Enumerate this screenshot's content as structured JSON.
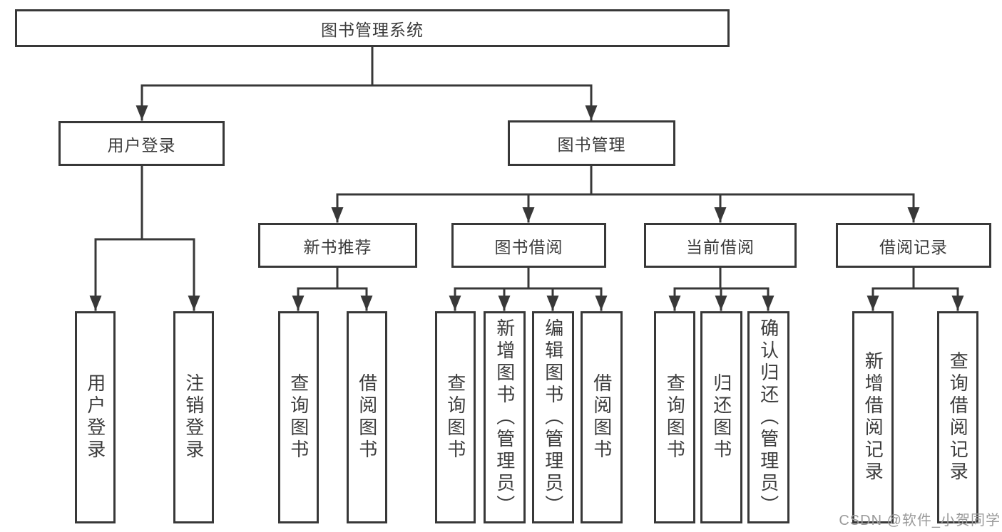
{
  "colors": {
    "line": "#383838",
    "text": "#3c3c3c",
    "watermark": "#9a9a9a",
    "background": "#ffffff"
  },
  "watermark": {
    "text": "CSDN @软件_小贺同学"
  },
  "diagram": {
    "root": {
      "label": "图书管理系统"
    },
    "level2": {
      "user_login": {
        "label": "用户登录"
      },
      "book_management": {
        "label": "图书管理"
      }
    },
    "level3": {
      "new_book_recommend": {
        "label": "新书推荐"
      },
      "book_borrow": {
        "label": "图书借阅"
      },
      "current_borrow": {
        "label": "当前借阅"
      },
      "borrow_records": {
        "label": "借阅记录"
      }
    },
    "leaves": {
      "user_login": {
        "label": "用户登录"
      },
      "logout": {
        "label": "注销登录"
      },
      "query_books_recommend": {
        "label": "查询图书"
      },
      "borrow_books_recommend": {
        "label": "借阅图书"
      },
      "query_books_borrow": {
        "label": "查询图书"
      },
      "add_book_admin": {
        "label": "新增图书（管理员）"
      },
      "edit_book_admin": {
        "label": "编辑图书（管理员）"
      },
      "borrow_books_borrow": {
        "label": "借阅图书"
      },
      "query_books_current": {
        "label": "查询图书"
      },
      "return_book": {
        "label": "归还图书"
      },
      "confirm_return_admin": {
        "label": "确认归还（管理员）"
      },
      "add_borrow_record": {
        "label": "新增借阅记录"
      },
      "query_borrow_record": {
        "label": "查询借阅记录"
      }
    }
  }
}
